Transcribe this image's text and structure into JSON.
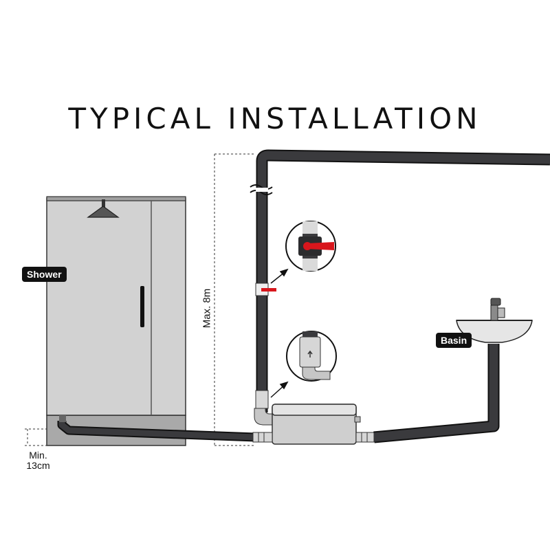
{
  "title": "TYPICAL INSTALLATION",
  "labels": {
    "shower": "Shower",
    "basin": "Basin",
    "max_height": "Max. 8m",
    "min_height_line1": "Min.",
    "min_height_line2": "13cm"
  },
  "colors": {
    "pipe": "#3a3a3d",
    "pipe_outline": "#111111",
    "shower_body": "#cfcfcf",
    "valve_handle": "#d8161c",
    "background": "#ffffff"
  },
  "icons": [
    "shower-head-icon",
    "ball-valve-icon",
    "check-valve-icon",
    "faucet-icon"
  ]
}
